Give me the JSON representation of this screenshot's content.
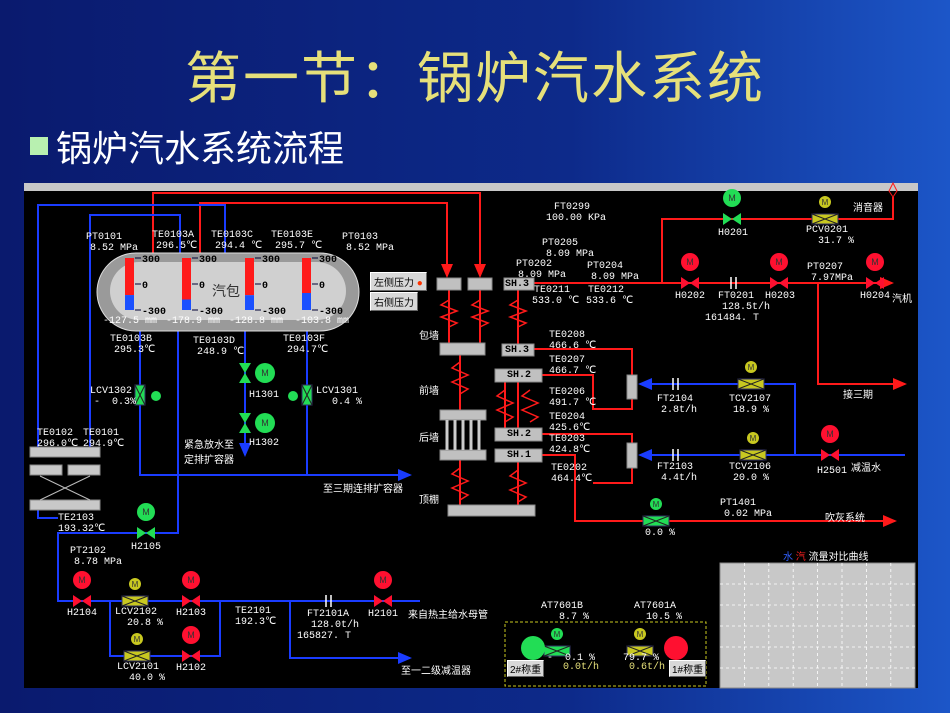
{
  "slide": {
    "title": "第一节：锅炉汽水系统",
    "subtitle": "锅炉汽水系统流程"
  },
  "colors": {
    "steam_pipe": "#ff1a1a",
    "water_pipe": "#1a3cff",
    "motor_running": "#22dd55",
    "motor_stopped": "#ff1030",
    "regulating_valve": "#c8c820",
    "title": "#e6e07a"
  },
  "drum": {
    "label": "汽包",
    "scale": [
      "300",
      "0",
      "-300"
    ],
    "levels": [
      -127.5,
      -178.9,
      -128.8,
      -103.8
    ],
    "level_labels": [
      "-127.5 mm",
      "-178.9 mm",
      "-128.8 mm",
      "-103.8 mm"
    ],
    "left_pressure_button": "左侧压力",
    "right_pressure_button": "右侧压力"
  },
  "tags": {
    "PT0101": {
      "id": "PT0101",
      "value": "8.52 MPa"
    },
    "TE0103A": {
      "id": "TE0103A",
      "value": "296.5℃"
    },
    "TE0103C": {
      "id": "TE0103C",
      "value": "294.4 ℃"
    },
    "TE0103E": {
      "id": "TE0103E",
      "value": "295.7 ℃"
    },
    "PT0103": {
      "id": "PT0103",
      "value": "8.52 MPa"
    },
    "TE0103B": {
      "id": "TE0103B",
      "value": "295.3℃"
    },
    "TE0103D": {
      "id": "TE0103D",
      "value": "248.9 ℃"
    },
    "TE0103F": {
      "id": "TE0103F",
      "value": "294.7℃"
    },
    "LCV1302": {
      "id": "LCV1302",
      "value": "-  0.3%"
    },
    "LCV1301": {
      "id": "LCV1301",
      "value": "0.4 %"
    },
    "H1301": {
      "id": "H1301"
    },
    "H1302": {
      "id": "H1302"
    },
    "TE0102": {
      "id": "TE0102",
      "value": "296.0℃"
    },
    "TE0101": {
      "id": "TE0101",
      "value": "294.9℃"
    },
    "TE2103": {
      "id": "TE2103",
      "value": "193.32℃"
    },
    "H2105": {
      "id": "H2105"
    },
    "PT2102": {
      "id": "PT2102",
      "value": "8.78 MPa"
    },
    "H2104": {
      "id": "H2104"
    },
    "LCV2102": {
      "id": "LCV2102",
      "value": "20.8 %"
    },
    "H2103": {
      "id": "H2103"
    },
    "LCV2101": {
      "id": "LCV2101",
      "value": "40.0 %"
    },
    "H2102": {
      "id": "H2102"
    },
    "TE2101": {
      "id": "TE2101",
      "value": "192.3℃"
    },
    "FT2101A": {
      "id": "FT2101A",
      "value": "128.0t/h",
      "total": "165827. T"
    },
    "H2101": {
      "id": "H2101"
    },
    "FT0299": {
      "id": "FT0299",
      "value": "100.00 KPa"
    },
    "PT0205": {
      "id": "PT0205",
      "value": "8.09 MPa"
    },
    "PT0202": {
      "id": "PT0202",
      "value": "8.09 MPa"
    },
    "PT0204": {
      "id": "PT0204",
      "value": "8.09 MPa"
    },
    "TE0211": {
      "id": "TE0211",
      "value": "533.0 ℃"
    },
    "TE0212": {
      "id": "TE0212",
      "value": "533.6 ℃"
    },
    "H0201": {
      "id": "H0201"
    },
    "PCV0201": {
      "id": "PCV0201",
      "value": "31.7 %"
    },
    "H0202": {
      "id": "H0202"
    },
    "FT0201": {
      "id": "FT0201",
      "value": "128.5t/h",
      "total": "161484. T"
    },
    "H0203": {
      "id": "H0203"
    },
    "PT0207": {
      "id": "PT0207",
      "value": "7.97MPa"
    },
    "H0204": {
      "id": "H0204"
    },
    "TE0208": {
      "id": "TE0208",
      "value": "466.6 ℃"
    },
    "TE0207": {
      "id": "TE0207",
      "value": "466.7 ℃"
    },
    "TE0206": {
      "id": "TE0206",
      "value": "491.7 ℃"
    },
    "TE0204": {
      "id": "TE0204",
      "value": "425.6℃"
    },
    "TE0203": {
      "id": "TE0203",
      "value": "424.8℃"
    },
    "TE0202": {
      "id": "TE0202",
      "value": "464.4℃"
    },
    "FT2104": {
      "id": "FT2104",
      "value": "2.8t/h"
    },
    "TCV2107": {
      "id": "TCV2107",
      "value": "18.9 %"
    },
    "FT2103": {
      "id": "FT2103",
      "value": "4.4t/h"
    },
    "TCV2106": {
      "id": "TCV2106",
      "value": "20.0 %"
    },
    "H2501": {
      "id": "H2501"
    },
    "SOOT_VALVE": {
      "value": "0.0 %"
    },
    "PT1401": {
      "id": "PT1401",
      "value": "0.02 MPa"
    },
    "AT7601B": {
      "id": "AT7601B",
      "value": "8.7 %"
    },
    "AT7601A": {
      "id": "AT7601A",
      "value": "10.5 %"
    }
  },
  "sections": {
    "SH3": "SH.3",
    "SH2": "SH.2",
    "SH1": "SH.1",
    "bao_qiang": "包墙",
    "qian_qiang": "前墙",
    "hou_qiang": "后墙",
    "ding_peng": "顶棚"
  },
  "destinations": {
    "silencer": "消音器",
    "turbine": "汽机",
    "phase3": "接三期",
    "desuperheat_water": "减温水",
    "soot_blowing": "吹灰系统",
    "emergency_drain": "紧急放水至",
    "emergency_drain2": "定排扩容器",
    "cont_blowdown": "至三期连排扩容器",
    "feedwater_in": "来自热主给水母管",
    "to_desuperheater": "至一二级减温器"
  },
  "chart": {
    "title_water": "水",
    "title_steam": "汽",
    "title_rest": "流量对比曲线"
  },
  "weighing": {
    "b_valve": "-  0.1 %",
    "b_flow": "0.0t/h",
    "a_valve": "79.7 %",
    "a_flow": "0.6t/h",
    "button2": "2#称重",
    "button1": "1#称重"
  }
}
